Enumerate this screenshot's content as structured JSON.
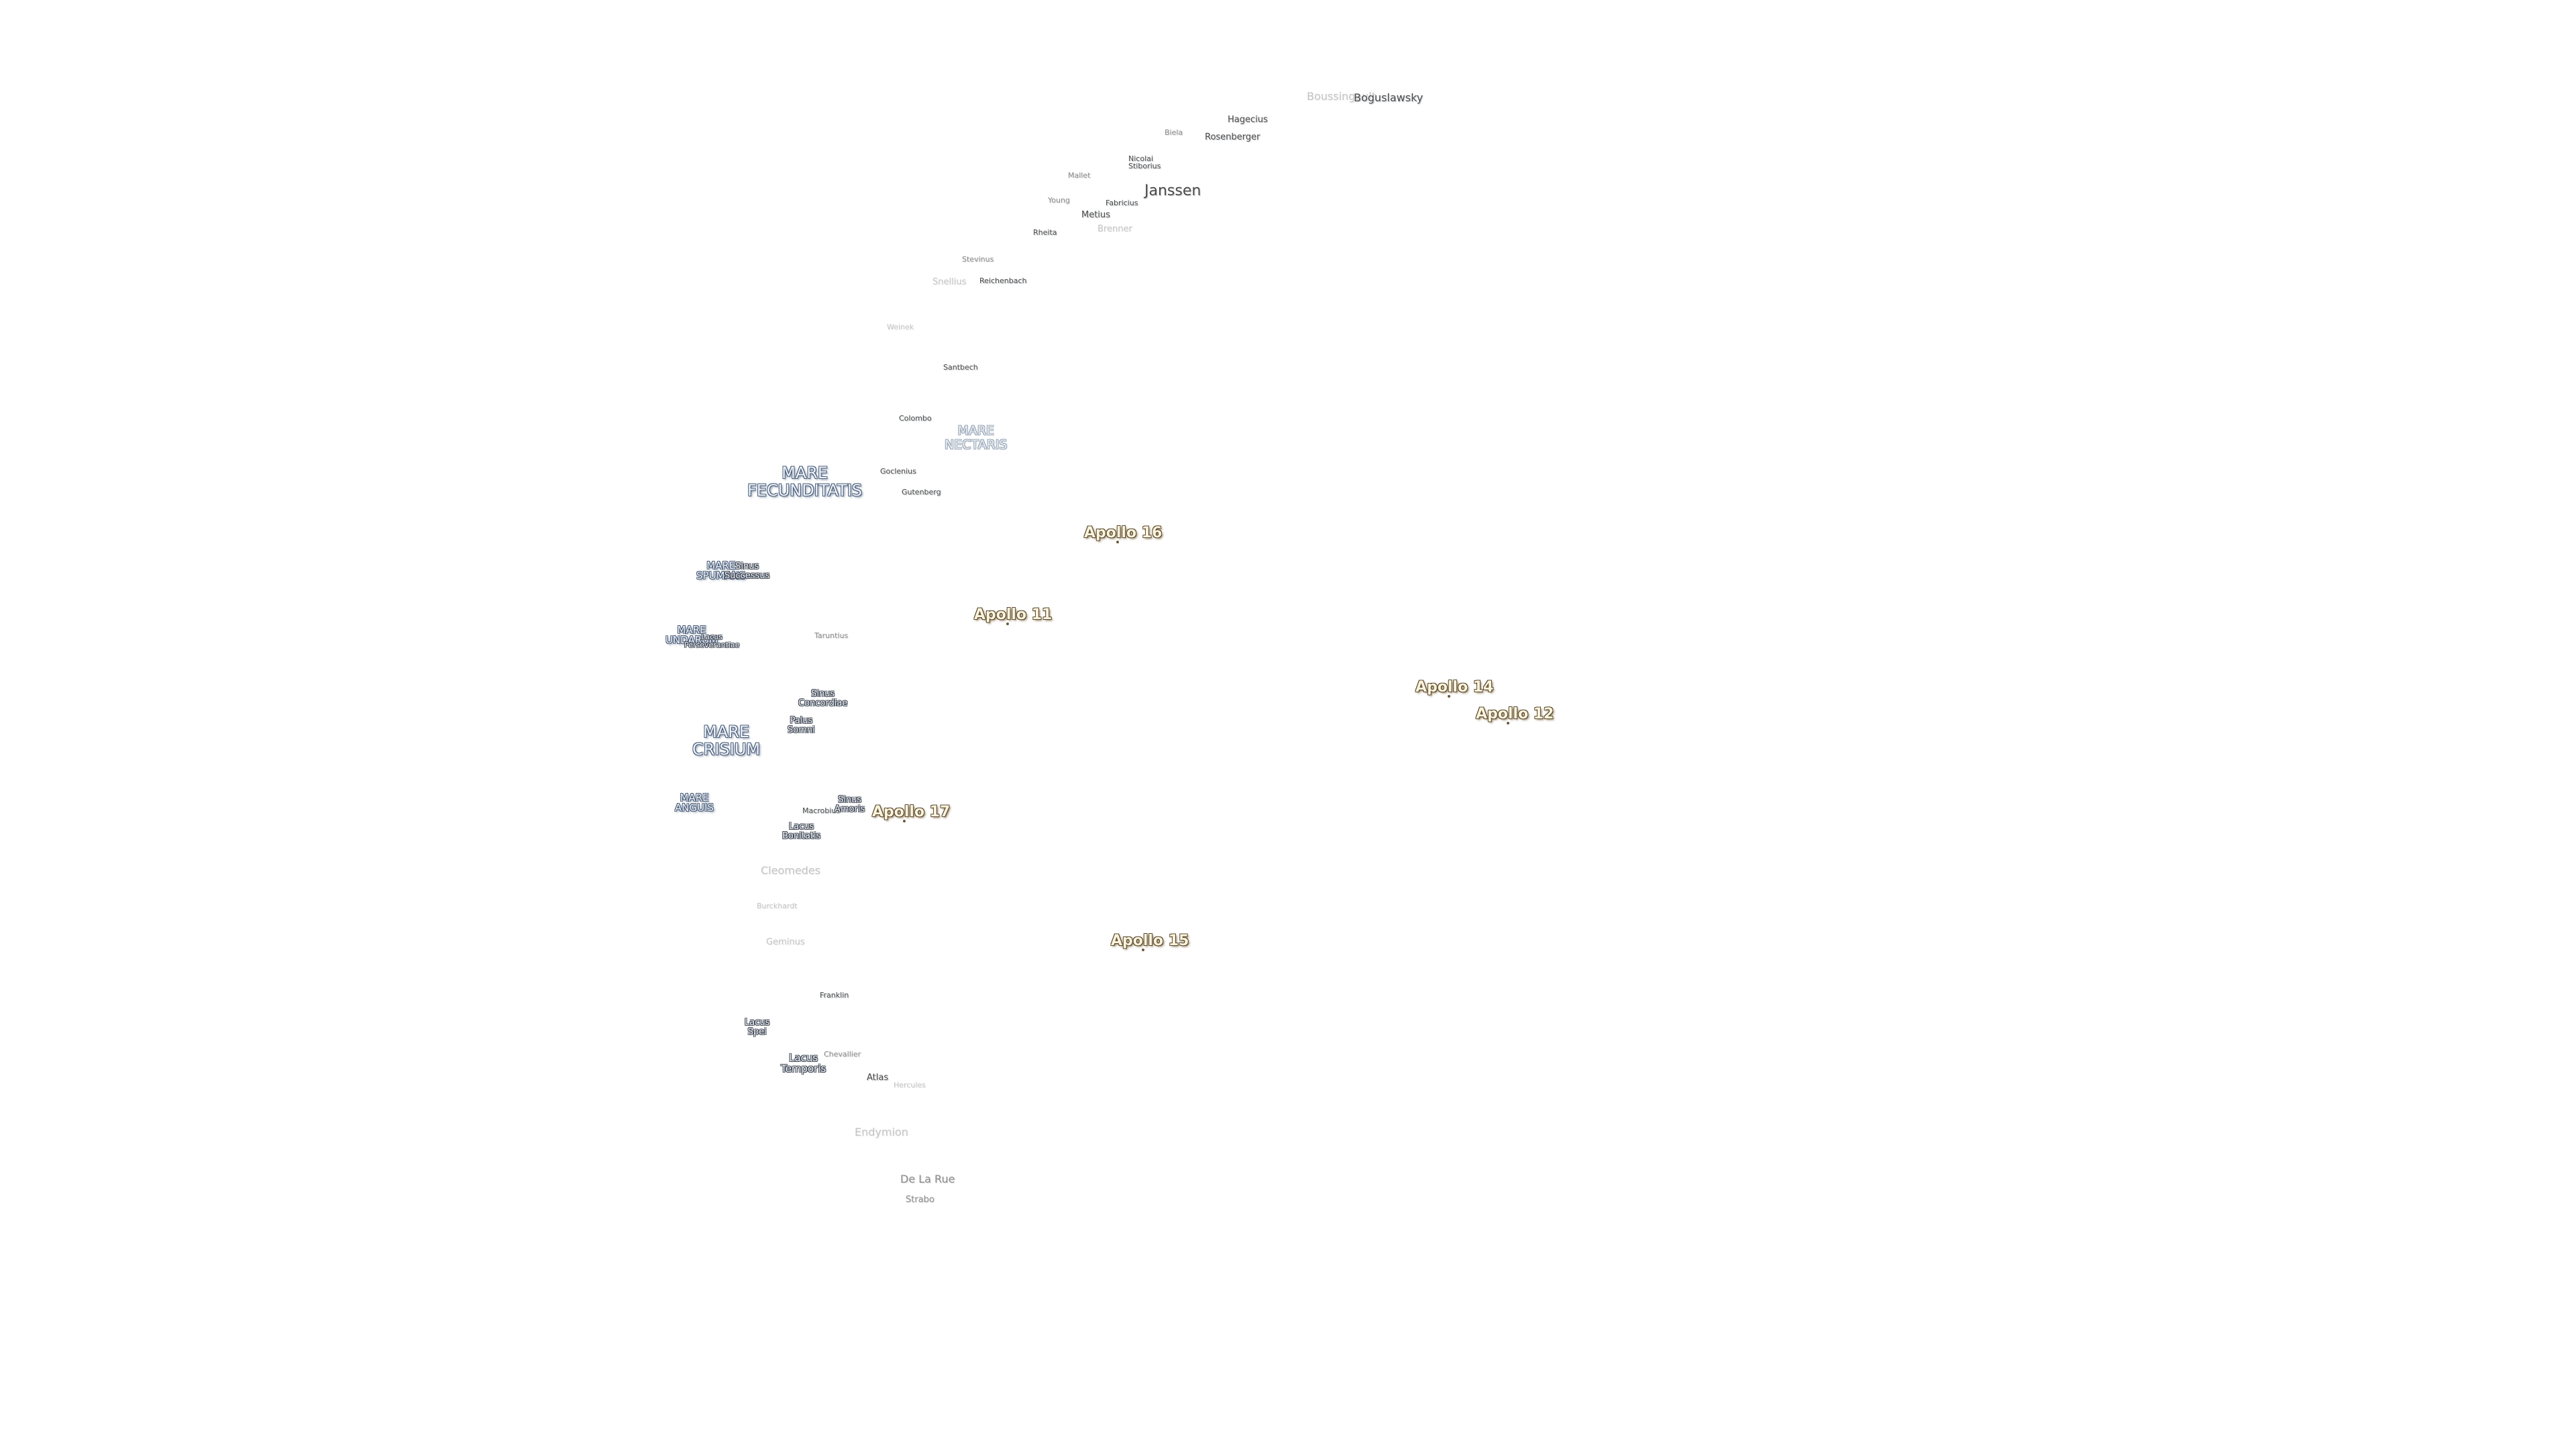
{
  "craters": [
    {
      "id": "boussingault",
      "label": "Boussingault"
    },
    {
      "id": "boguslawsky",
      "label": "Boguslawsky"
    },
    {
      "id": "hagecius",
      "label": "Hagecius"
    },
    {
      "id": "biela",
      "label": "Biela"
    },
    {
      "id": "rosenberger",
      "label": "Rosenberger"
    },
    {
      "id": "nicolai",
      "label": "Nicolai"
    },
    {
      "id": "mallet",
      "label": "Mallet"
    },
    {
      "id": "stiborius",
      "label": "Stiborius"
    },
    {
      "id": "janssen",
      "label": "Janssen"
    },
    {
      "id": "young",
      "label": "Young"
    },
    {
      "id": "fabricius",
      "label": "Fabricius"
    },
    {
      "id": "metius",
      "label": "Metius"
    },
    {
      "id": "rheita",
      "label": "Rheita"
    },
    {
      "id": "brenner",
      "label": "Brenner"
    },
    {
      "id": "stevinus",
      "label": "Stevinus"
    },
    {
      "id": "snellius",
      "label": "Snellius"
    },
    {
      "id": "reichenbach",
      "label": "Reichenbach"
    },
    {
      "id": "weinek",
      "label": "Weinek"
    },
    {
      "id": "santbech",
      "label": "Santbech"
    },
    {
      "id": "colombo",
      "label": "Colombo"
    },
    {
      "id": "goclenius",
      "label": "Goclenius"
    },
    {
      "id": "gutenberg",
      "label": "Gutenberg"
    },
    {
      "id": "taruntius",
      "label": "Taruntius"
    },
    {
      "id": "cleomedes",
      "label": "Cleomedes"
    },
    {
      "id": "burckhardt",
      "label": "Burckhardt"
    },
    {
      "id": "geminus",
      "label": "Geminus"
    },
    {
      "id": "franklin",
      "label": "Franklin"
    },
    {
      "id": "chevallier",
      "label": "Chevallier"
    },
    {
      "id": "macrobius",
      "label": "Macrobius"
    },
    {
      "id": "atlas",
      "label": "Atlas"
    },
    {
      "id": "hercules",
      "label": "Hercules"
    },
    {
      "id": "endymion",
      "label": "Endymion"
    },
    {
      "id": "de-la-rue",
      "label": "De La Rue"
    },
    {
      "id": "strabo",
      "label": "Strabo"
    }
  ],
  "maria": [
    {
      "id": "mare-nectaris",
      "line1": "MARE",
      "line2": "NECTARIS"
    },
    {
      "id": "mare-fecunditatis",
      "line1": "MARE",
      "line2": "FECUNDITATIS"
    },
    {
      "id": "mare-spumans",
      "line1": "MARE",
      "line2": "SPUMANS"
    },
    {
      "id": "mare-undarum",
      "line1": "MARE",
      "line2": "UNDARUM"
    },
    {
      "id": "mare-crisium",
      "line1": "MARE",
      "line2": "CRISIUM"
    },
    {
      "id": "mare-anguis",
      "line1": "MARE",
      "line2": "ANGUIS"
    }
  ],
  "lacus_sinus": [
    {
      "id": "sinus-successus",
      "line1": "Sinus",
      "line2": "Successus"
    },
    {
      "id": "sinus-concordiae",
      "line1": "Sinus",
      "line2": "Concordiae"
    },
    {
      "id": "palus-somni",
      "line1": "Palus",
      "line2": "Somni"
    },
    {
      "id": "sinus-amoris",
      "line1": "Sinus",
      "line2": "Amoris"
    },
    {
      "id": "lacus-bonitatis",
      "line1": "Lacus",
      "line2": "Bonitatis"
    },
    {
      "id": "lacus-spei",
      "line1": "Lacus",
      "line2": "Spei"
    },
    {
      "id": "lacus-temporis",
      "line1": "Lacus",
      "line2": "Temporis"
    },
    {
      "id": "lacus-perseverantiae",
      "line1": "Lacus",
      "line2": "Perseverantiae"
    }
  ],
  "apollo_sites": [
    {
      "id": "apollo-16",
      "label": "Apollo 16"
    },
    {
      "id": "apollo-11",
      "label": "Apollo 11"
    },
    {
      "id": "apollo-14",
      "label": "Apollo 14"
    },
    {
      "id": "apollo-12",
      "label": "Apollo 12"
    },
    {
      "id": "apollo-17",
      "label": "Apollo 17"
    },
    {
      "id": "apollo-15",
      "label": "Apollo 15"
    }
  ]
}
